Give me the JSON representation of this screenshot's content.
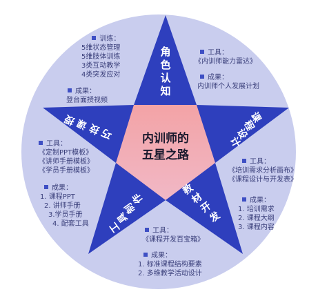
{
  "center": {
    "line1": "内训师的",
    "line2": "五星之路"
  },
  "arms": {
    "top": [
      "角",
      "色",
      "认",
      "知"
    ],
    "right": [
      "课",
      "程",
      "设",
      "计"
    ],
    "bottom_right": [
      "教",
      "材",
      "开",
      "发"
    ],
    "bottom_left": [
      "工",
      "具",
      "制",
      "作"
    ],
    "left": [
      "授",
      "课",
      "技",
      "巧"
    ]
  },
  "blocks": {
    "training": {
      "title": "训练：",
      "lines": [
        "5维状态管理",
        "5维肢体训练",
        "3类互动教学",
        "4类突发应对"
      ]
    },
    "left_result": {
      "title": "成果：",
      "lines": [
        "登台面授视频"
      ]
    },
    "top_tool": {
      "title": "工具：",
      "lines": [
        "《内训师能力雷达》"
      ]
    },
    "top_result": {
      "title": "成果：",
      "lines": [
        "内训师个人发展计划"
      ]
    },
    "right_tool": {
      "title": "工具：",
      "lines": [
        "《培训需求分析画布》",
        "《课程设计与开发表》"
      ]
    },
    "right_result": {
      "title": "成果：",
      "lines": [
        "1. 培训需求",
        "2. 课程大纲",
        "3. 课程内容"
      ]
    },
    "bottom_tool": {
      "title": "工具：",
      "lines": [
        "《课程开发百宝箱》"
      ]
    },
    "bottom_result": {
      "title": "成果：",
      "lines": [
        "1. 标准课程结构要素",
        "2. 多维教学活动设计"
      ]
    },
    "left_tool": {
      "title": "工具：",
      "lines": [
        "《定制PPT模板》",
        "《讲师手册模板》",
        "《学员手册模板》"
      ]
    },
    "left_lower_result": {
      "title": "成果：",
      "lines": [
        "1. 课程PPT",
        "2. 讲师手册",
        "3.学员手册",
        "4. 配套工具"
      ]
    }
  },
  "colors": {
    "circle": "#c9cdee",
    "star": "#2e3fbd",
    "center_top": "#f2a6a8",
    "center_bottom": "#f0b6c2",
    "text": "#3a3f7a"
  }
}
